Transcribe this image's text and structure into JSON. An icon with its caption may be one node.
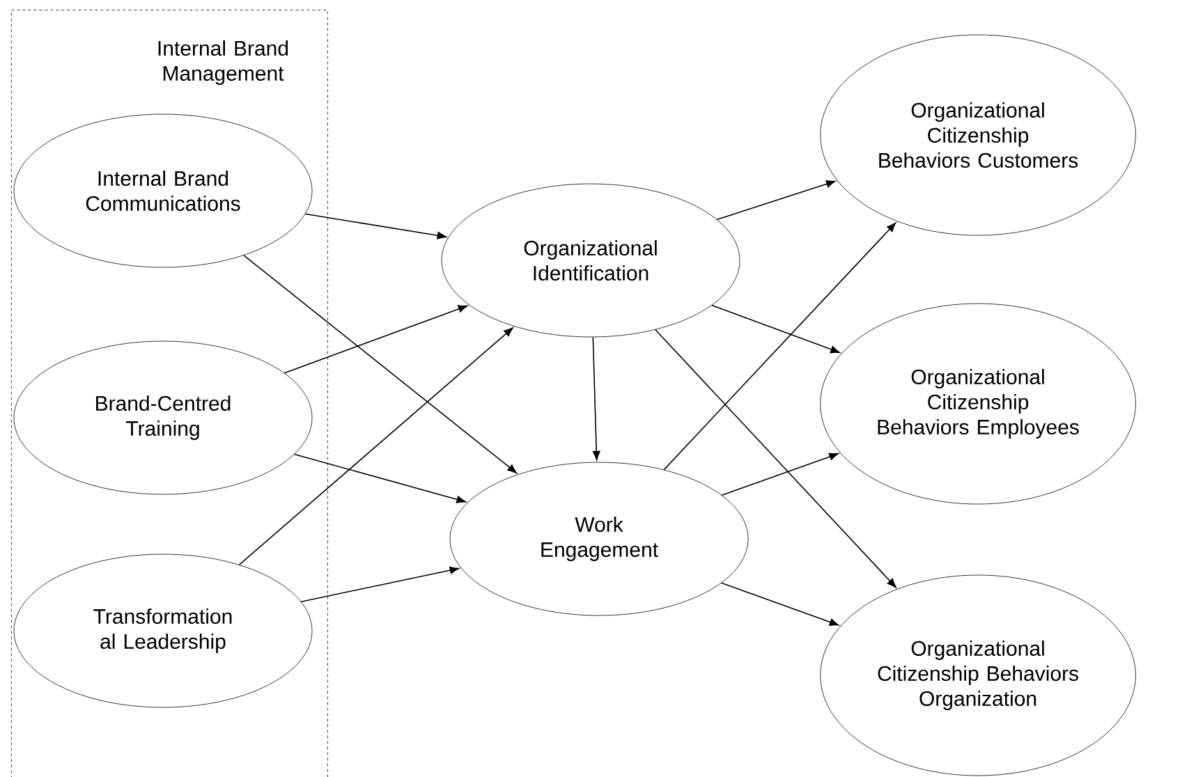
{
  "diagram": {
    "nodes": [
      {
        "text": [
          "Internal Brand Management"
        ]
      },
      {
        "text": [
          "Internal Brand Communications"
        ],
        "in": 0
      },
      {
        "text": [
          "Brand-Centred Training"
        ],
        "in": 0
      },
      {
        "text": [
          "Transformation al Leadership"
        ],
        "in": 0
      },
      {
        "text": [
          "Organizational Identification"
        ]
      },
      {
        "text": [
          "Work Engagement"
        ]
      },
      {
        "text": [
          "Organizational Citizenship Behaviors Customers"
        ]
      },
      {
        "text": [
          "Organizational Citizenship Behaviors Employees"
        ]
      },
      {
        "text": [
          "Organizational Citizenship Behaviors Organization"
        ]
      }
    ],
    "edges": [
      {
        "from": 1,
        "to": 4,
        "arrow": "to"
      },
      {
        "from": 1,
        "to": 5,
        "arrow": "to"
      },
      {
        "from": 2,
        "to": 4,
        "arrow": "to"
      },
      {
        "from": 2,
        "to": 5,
        "arrow": "to"
      },
      {
        "from": 3,
        "to": 4,
        "arrow": "to"
      },
      {
        "from": 3,
        "to": 5,
        "arrow": "to"
      },
      {
        "from": 4,
        "to": 5,
        "arrow": "to"
      },
      {
        "from": 4,
        "to": 6,
        "arrow": "to"
      },
      {
        "from": 4,
        "to": 7,
        "arrow": "to"
      },
      {
        "from": 4,
        "to": 8,
        "arrow": "to"
      },
      {
        "from": 5,
        "to": 6,
        "arrow": "to"
      },
      {
        "from": 5,
        "to": 7,
        "arrow": "to"
      },
      {
        "from": 5,
        "to": 8,
        "arrow": "to"
      }
    ]
  }
}
